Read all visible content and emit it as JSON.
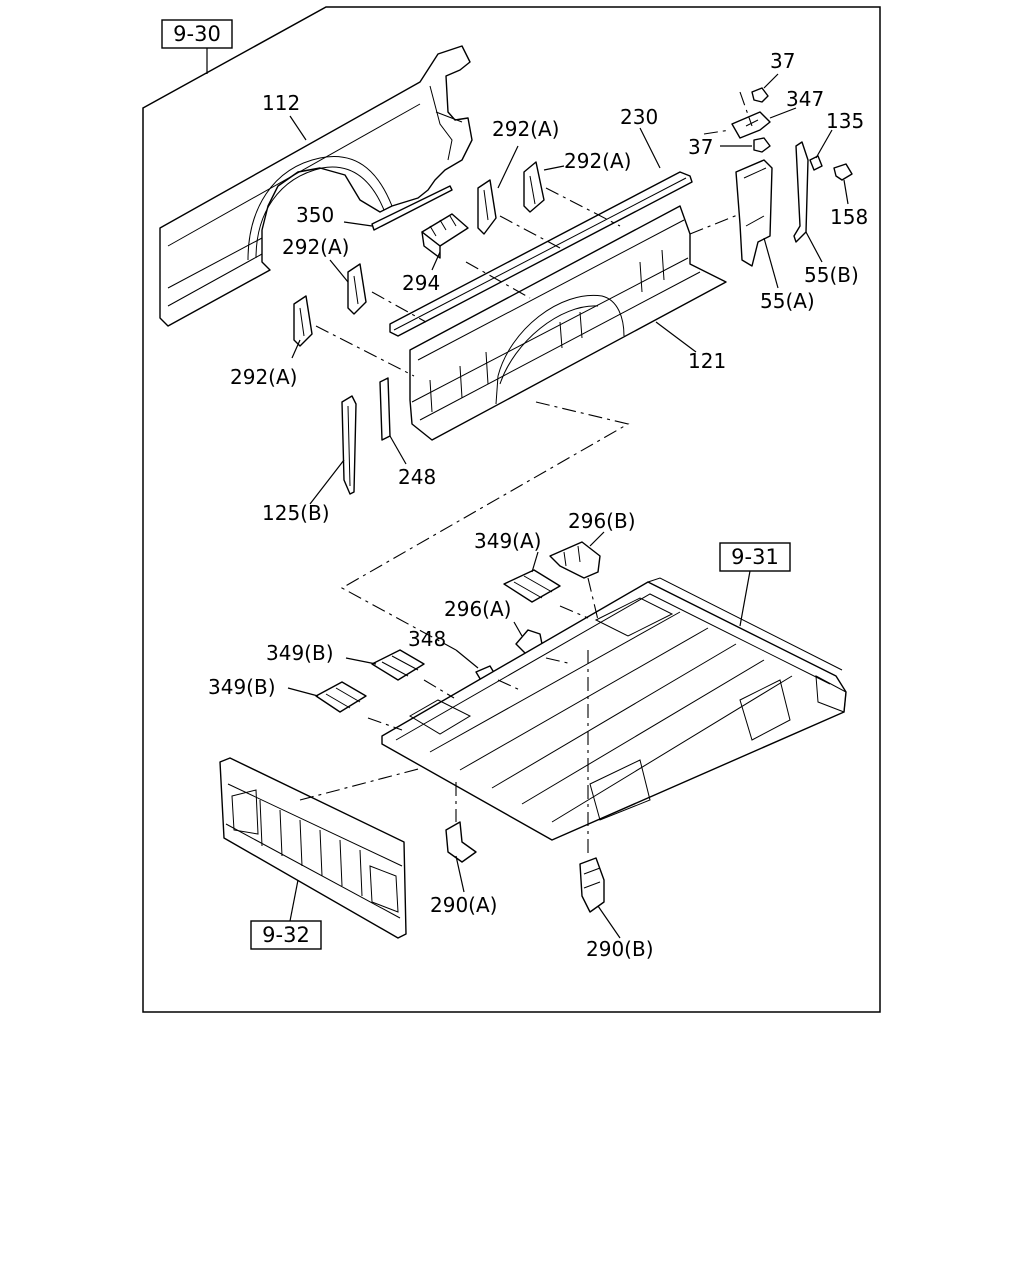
{
  "references": {
    "main": "9-30",
    "floor": "9-31",
    "tailgate": "9-32"
  },
  "callouts": {
    "c112": "112",
    "c230": "230",
    "c292a_1": "292(A)",
    "c292a_2": "292(A)",
    "c292a_3": "292(A)",
    "c292a_4": "292(A)",
    "c350": "350",
    "c294": "294",
    "c121": "121",
    "c248": "248",
    "c125b": "125(B)",
    "c37_1": "37",
    "c37_2": "37",
    "c347": "347",
    "c135": "135",
    "c158": "158",
    "c55a": "55(A)",
    "c55b": "55(B)",
    "c296b": "296(B)",
    "c349a": "349(A)",
    "c296a": "296(A)",
    "c348": "348",
    "c349b_1": "349(B)",
    "c349b_2": "349(B)",
    "c290a": "290(A)",
    "c290b": "290(B)"
  }
}
